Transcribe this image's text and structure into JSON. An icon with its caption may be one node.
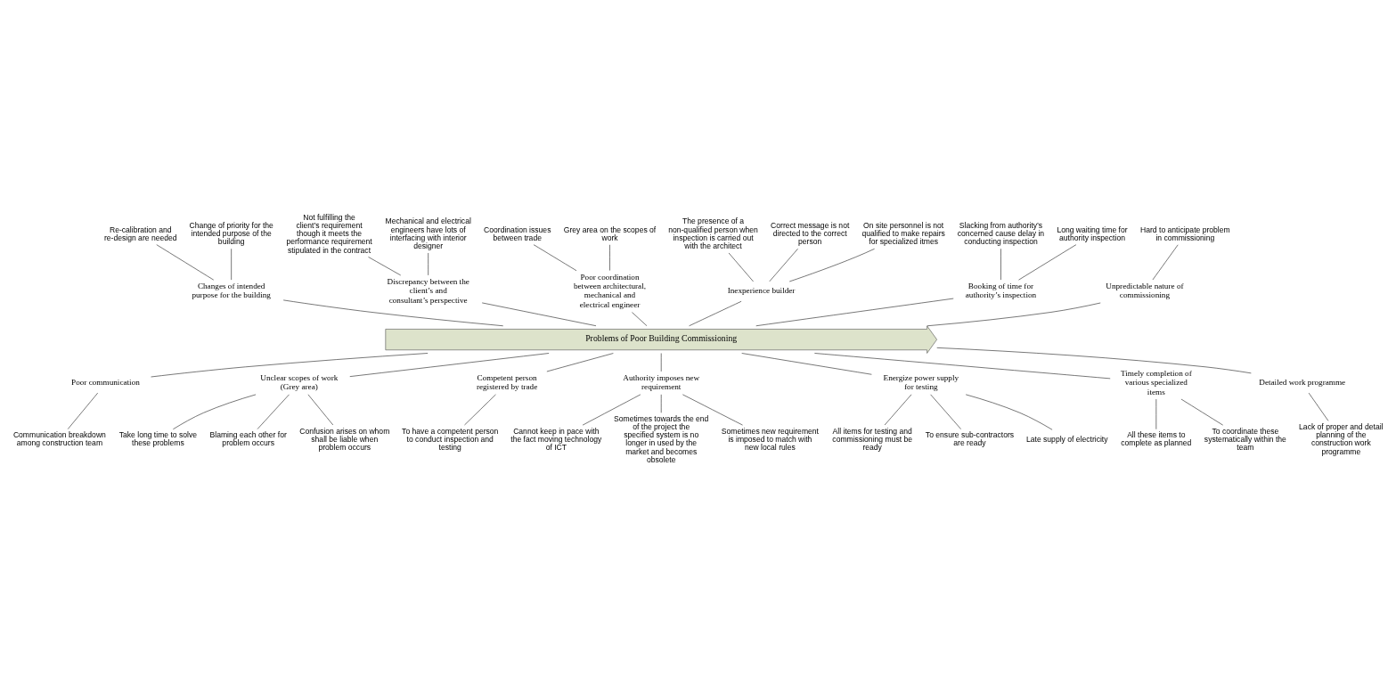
{
  "diagram": {
    "nodes": [
      {
        "text": [
          "Problems of Poor Building Commissioning"
        ]
      },
      {
        "text": [
          "Changes of intended purpose for the building"
        ]
      },
      {
        "text": [
          "Discrepancy between the client’s and consultant’s perspective"
        ]
      },
      {
        "text": [
          "Poor coordination between architectural, mechanical and electrical engineer"
        ]
      },
      {
        "text": [
          "Inexperience builder"
        ]
      },
      {
        "text": [
          "Booking of time for authority’s inspection"
        ]
      },
      {
        "text": [
          "Unpredictable nature of commissioning"
        ]
      },
      {
        "text": [
          "Re-calibration and re-design are needed"
        ]
      },
      {
        "text": [
          "Not fulfilling the client’s requirement though it meets the performance requirement stipulated in the contract"
        ]
      },
      {
        "text": [
          "Change of priority for the intended purpose of the building"
        ]
      },
      {
        "text": [
          "Mechanical and electrical engineers have lots of interfacing with interior designer"
        ]
      },
      {
        "text": [
          "Coordination issues between trade"
        ]
      },
      {
        "text": [
          "Grey area on the scopes of work"
        ]
      },
      {
        "text": [
          "The presence of a non-qualified person when inspection is carried out with the architect"
        ]
      },
      {
        "text": [
          "Correct message is not directed to the correct person"
        ]
      },
      {
        "text": [
          "On site personnel is not qualified to make repairs for specialized itmes"
        ]
      },
      {
        "text": [
          "Slacking from authority’s concerned cause delay in conducting inspection"
        ]
      },
      {
        "text": [
          "Long waiting time for authority inspection"
        ]
      },
      {
        "text": [
          "Hard to anticipate problem in commissioning"
        ]
      },
      {
        "text": [
          "Poor communication"
        ]
      },
      {
        "text": [
          "Unclear scopes of work (Grey area)"
        ]
      },
      {
        "text": [
          "Competent person registered by trade"
        ]
      },
      {
        "text": [
          "Authority imposes new requirement"
        ]
      },
      {
        "text": [
          "Energize power supply for testing"
        ]
      },
      {
        "text": [
          "Timely completion of various specialized items"
        ]
      },
      {
        "text": [
          "Detailed work programme"
        ]
      },
      {
        "text": [
          "Communication breakdown among construction team"
        ]
      },
      {
        "text": [
          "Take long time to solve these problems"
        ]
      },
      {
        "text": [
          "Blaming each other for problem occurs"
        ]
      },
      {
        "text": [
          "Confusion arises on whom shall be liable when problem occurs"
        ]
      },
      {
        "text": [
          "To have a competent person to conduct inspection and testing"
        ]
      },
      {
        "text": [
          "Cannot keep in pace with the fact moving technology of ICT"
        ]
      },
      {
        "text": [
          "Sometimes towards the end of the project the specified system is no longer in used by the market and becomes obsolete"
        ]
      },
      {
        "text": [
          "Sometimes new requirement is imposed to match with new local rules"
        ]
      },
      {
        "text": [
          "All items for testing and commissioning must be ready"
        ]
      },
      {
        "text": [
          "To ensure sub-contractors are ready"
        ]
      },
      {
        "text": [
          "Late supply of electricity"
        ]
      },
      {
        "text": [
          "All these items to complete as planned"
        ]
      },
      {
        "text": [
          "To coordinate these systematically within the team"
        ]
      },
      {
        "text": [
          "Lack of proper and detail planning of the construction work programme"
        ]
      }
    ],
    "edges": [
      {
        "from": 7,
        "to": 1,
        "arrow": "none"
      },
      {
        "from": 9,
        "to": 1,
        "arrow": "none"
      },
      {
        "from": 8,
        "to": 2,
        "arrow": "none"
      },
      {
        "from": 10,
        "to": 2,
        "arrow": "none"
      },
      {
        "from": 11,
        "to": 3,
        "arrow": "none"
      },
      {
        "from": 12,
        "to": 3,
        "arrow": "none"
      },
      {
        "from": 13,
        "to": 4,
        "arrow": "none"
      },
      {
        "from": 14,
        "to": 4,
        "arrow": "none"
      },
      {
        "from": 15,
        "to": 4,
        "arrow": "none"
      },
      {
        "from": 16,
        "to": 5,
        "arrow": "none"
      },
      {
        "from": 17,
        "to": 5,
        "arrow": "none"
      },
      {
        "from": 18,
        "to": 6,
        "arrow": "none"
      },
      {
        "from": 1,
        "to": 0,
        "arrow": "none"
      },
      {
        "from": 2,
        "to": 0,
        "arrow": "none"
      },
      {
        "from": 3,
        "to": 0,
        "arrow": "none"
      },
      {
        "from": 4,
        "to": 0,
        "arrow": "none"
      },
      {
        "from": 5,
        "to": 0,
        "arrow": "none"
      },
      {
        "from": 6,
        "to": 0,
        "arrow": "none"
      },
      {
        "from": 0,
        "to": 19,
        "arrow": "none"
      },
      {
        "from": 0,
        "to": 20,
        "arrow": "none"
      },
      {
        "from": 0,
        "to": 21,
        "arrow": "none"
      },
      {
        "from": 0,
        "to": 22,
        "arrow": "none"
      },
      {
        "from": 0,
        "to": 23,
        "arrow": "none"
      },
      {
        "from": 0,
        "to": 24,
        "arrow": "none"
      },
      {
        "from": 0,
        "to": 25,
        "arrow": "none"
      },
      {
        "from": 19,
        "to": 26,
        "arrow": "none"
      },
      {
        "from": 20,
        "to": 27,
        "arrow": "none"
      },
      {
        "from": 20,
        "to": 28,
        "arrow": "none"
      },
      {
        "from": 20,
        "to": 29,
        "arrow": "none"
      },
      {
        "from": 21,
        "to": 30,
        "arrow": "none"
      },
      {
        "from": 22,
        "to": 31,
        "arrow": "none"
      },
      {
        "from": 22,
        "to": 32,
        "arrow": "none"
      },
      {
        "from": 22,
        "to": 33,
        "arrow": "none"
      },
      {
        "from": 23,
        "to": 34,
        "arrow": "none"
      },
      {
        "from": 23,
        "to": 35,
        "arrow": "none"
      },
      {
        "from": 23,
        "to": 36,
        "arrow": "none"
      },
      {
        "from": 24,
        "to": 37,
        "arrow": "none"
      },
      {
        "from": 24,
        "to": 38,
        "arrow": "none"
      },
      {
        "from": 25,
        "to": 39,
        "arrow": "none"
      }
    ]
  }
}
